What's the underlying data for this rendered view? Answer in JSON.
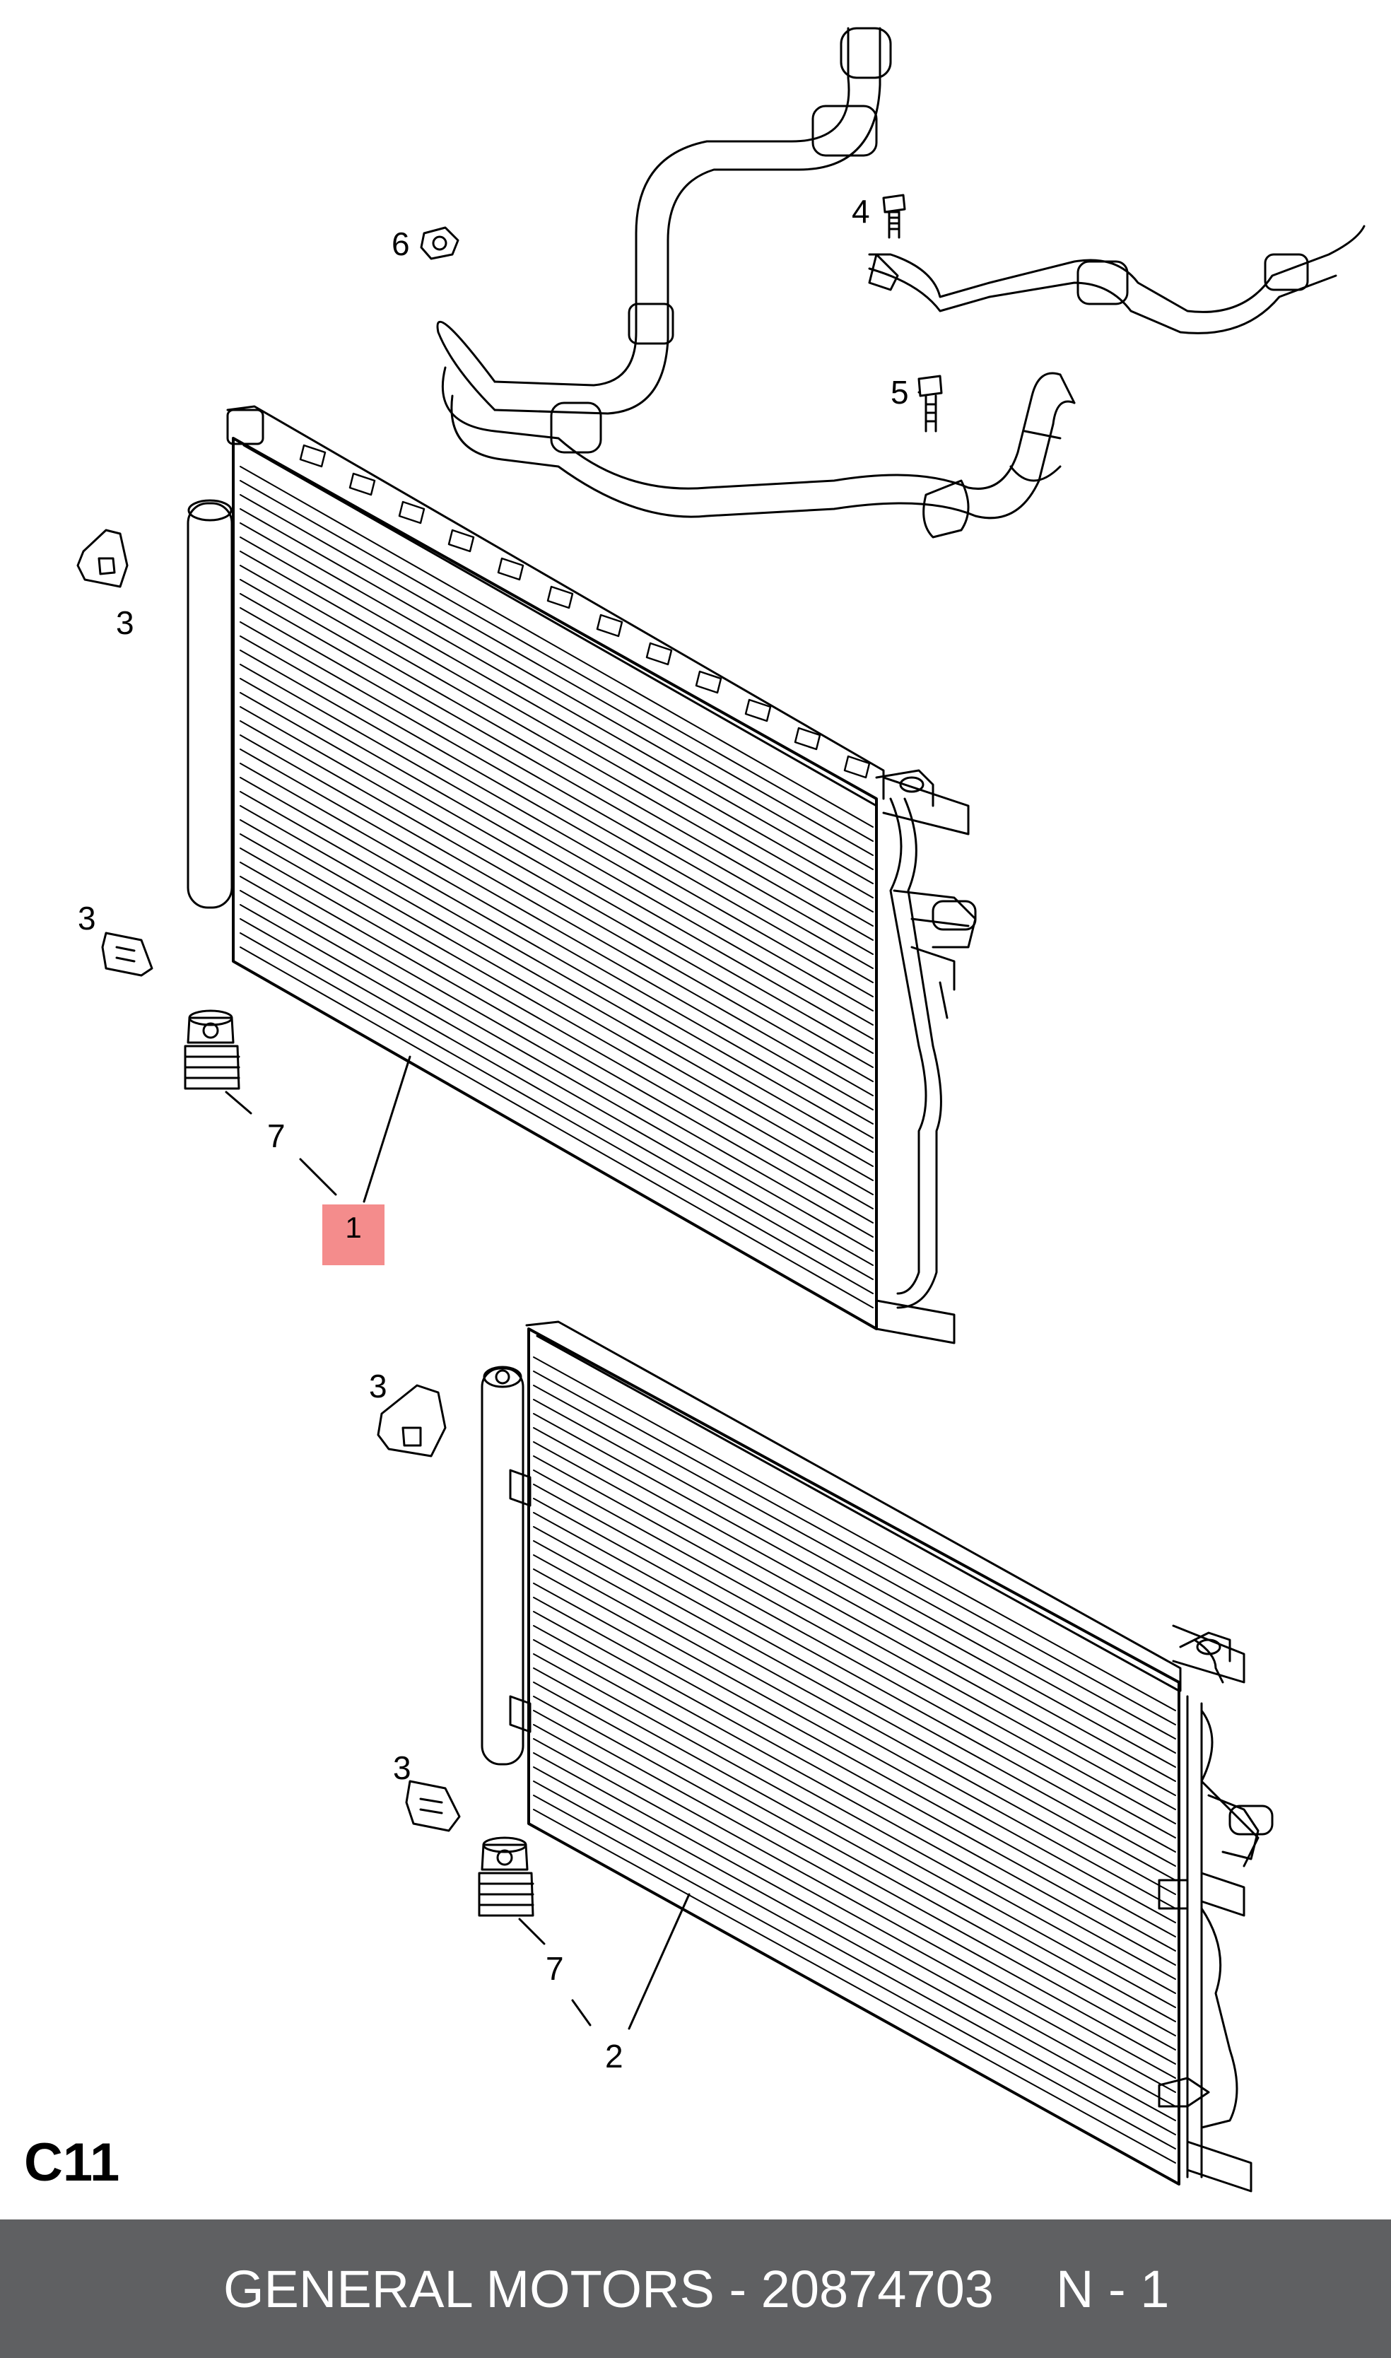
{
  "diagram": {
    "section_code": "C11",
    "callouts": {
      "c1": "1",
      "c2": "2",
      "c3a": "3",
      "c3b": "3",
      "c3c": "3",
      "c3d": "3",
      "c4": "4",
      "c5": "5",
      "c6": "6",
      "c7a": "7",
      "c7b": "7"
    },
    "highlight_color": "#f48c8c"
  },
  "footer": {
    "brand_part": "GENERAL MOTORS - 20874703",
    "ref": "N - 1",
    "background": "#5f6062"
  }
}
